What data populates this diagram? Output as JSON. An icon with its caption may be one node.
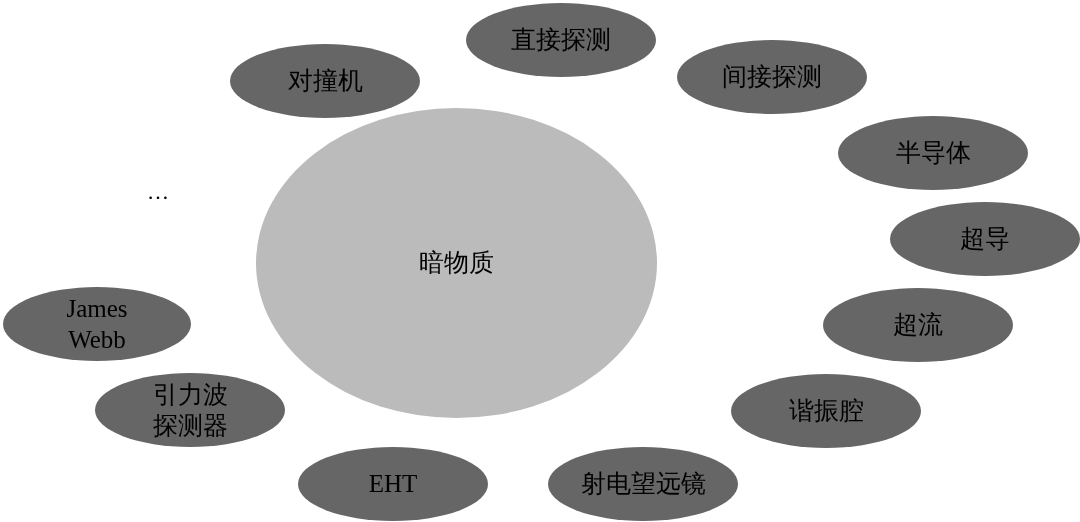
{
  "diagram": {
    "nodes": [
      {
        "text": [
          "暗物质"
        ]
      },
      {
        "text": [
          "直接探测"
        ]
      },
      {
        "text": [
          "间接探测"
        ]
      },
      {
        "text": [
          "半导体"
        ]
      },
      {
        "text": [
          "超导"
        ]
      },
      {
        "text": [
          "超流"
        ]
      },
      {
        "text": [
          "谐振腔"
        ]
      },
      {
        "text": [
          "射电望远镜"
        ]
      },
      {
        "text": [
          "EHT"
        ]
      },
      {
        "text": [
          "引力波探测器"
        ]
      },
      {
        "text": [
          "James Webb"
        ]
      },
      {
        "text": [
          "对撞机"
        ]
      }
    ],
    "labels": [
      "…"
    ]
  }
}
